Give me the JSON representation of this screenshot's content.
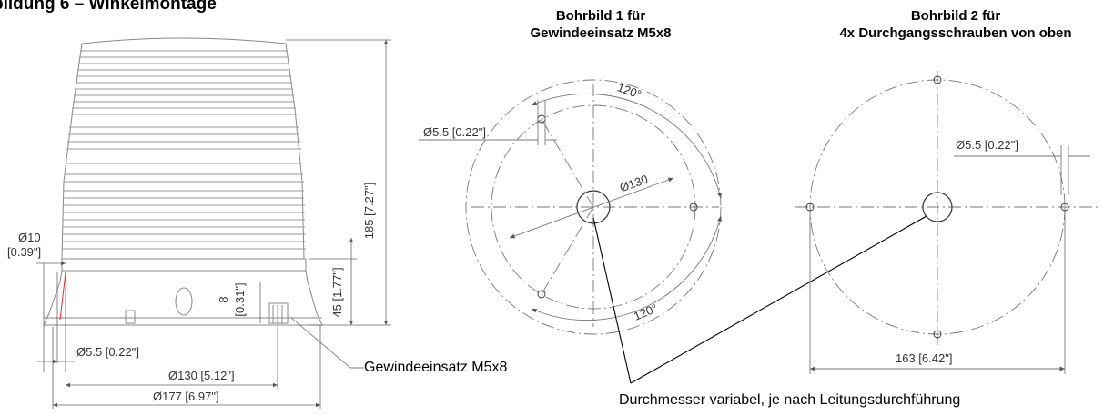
{
  "title": "bildung 6 – Winkelmontage",
  "header1": {
    "line1": "Bohrbild 1 für",
    "line2": "Gewindeeinsatz M5x8"
  },
  "header2": {
    "line1": "Bohrbild 2 für",
    "line2": "4x Durchgangsschrauben von oben"
  },
  "side": {
    "dim_height": "185 [7.27\"]",
    "dim_base": "45 [1.77\"]",
    "dim_8_a": "8",
    "dim_8_b": "[0.31\"]",
    "dim_phi10_a": "Ø10",
    "dim_phi10_b": "[0.39\"]",
    "dim_hole": "Ø5.5 [0.22\"]",
    "dim_130": "Ø130 [5.12\"]",
    "dim_177": "Ø177 [6.97\"]"
  },
  "callouts": {
    "insert": "Gewindeeinsatz M5x8",
    "diameter": "Durchmesser variabel, je nach Leitungsdurchführung"
  },
  "pattern1": {
    "hole": "Ø5.5 [0.22\"]",
    "circle": "Ø130",
    "angle_top": "120°",
    "angle_bottom": "120°"
  },
  "pattern2": {
    "hole": "Ø5.5 [0.22\"]",
    "span": "163 [6.42\"]"
  }
}
